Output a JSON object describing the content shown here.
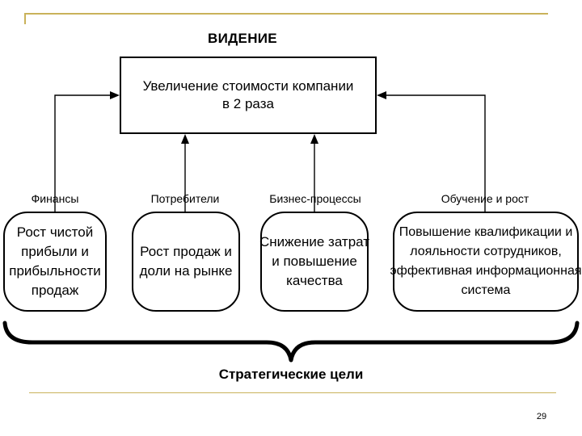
{
  "vision": {
    "title": "ВИДЕНИЕ",
    "line1": "Увеличение стоимости компании",
    "line2": "в 2 раза"
  },
  "perspectives": [
    {
      "label": "Финансы",
      "goal": [
        "Рост чистой",
        "прибыли и",
        "прибыльности",
        "продаж"
      ]
    },
    {
      "label": "Потребители",
      "goal": [
        "Рост продаж и",
        "доли на рынке"
      ]
    },
    {
      "label": "Бизнес-процессы",
      "goal": [
        "Снижение затрат",
        "и повышение",
        "качества"
      ]
    },
    {
      "label": "Обучение и рост",
      "goal": [
        "Повышение квалификации и",
        "лояльности сотрудников,",
        "эффективная информационная",
        "система"
      ]
    }
  ],
  "bracket_label": "Стратегические цели",
  "page_number": "29",
  "colors": {
    "rule": "#c9b25a",
    "line": "#000000"
  }
}
